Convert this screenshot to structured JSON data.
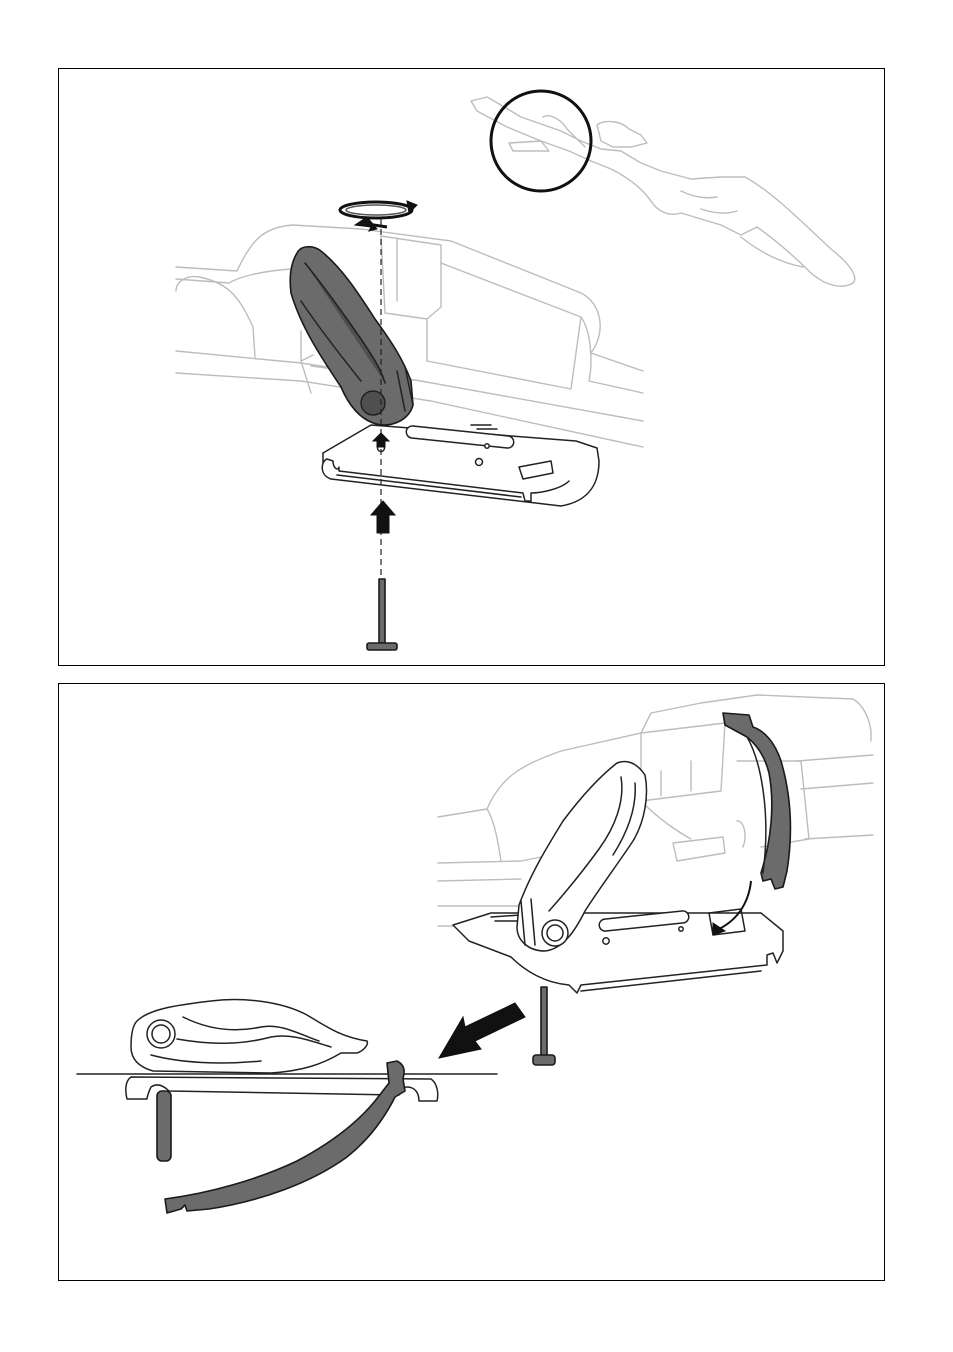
{
  "figures": [
    {
      "id": "top",
      "elements": [
        "roof-bar",
        "lever-clamp",
        "mounting-plate",
        "t-bolt",
        "insert-arrow",
        "rotate-arrow",
        "hand-with-tool",
        "detail-circle"
      ]
    },
    {
      "id": "bottom",
      "elements": [
        "roof-bar",
        "lever-clamp-open",
        "mounting-plate",
        "t-bolt",
        "strap",
        "removal-arrow",
        "side-view-assembly"
      ]
    }
  ],
  "colors": {
    "line": "#222222",
    "ghost_line": "#bdbdbd",
    "part_fill": "#6b6b6b",
    "arrow": "#111111",
    "frame": "#000000"
  },
  "icons": [
    "rotate-arrow-icon",
    "up-arrow-icon",
    "diagonal-arrow-icon",
    "curved-arrow-icon"
  ]
}
